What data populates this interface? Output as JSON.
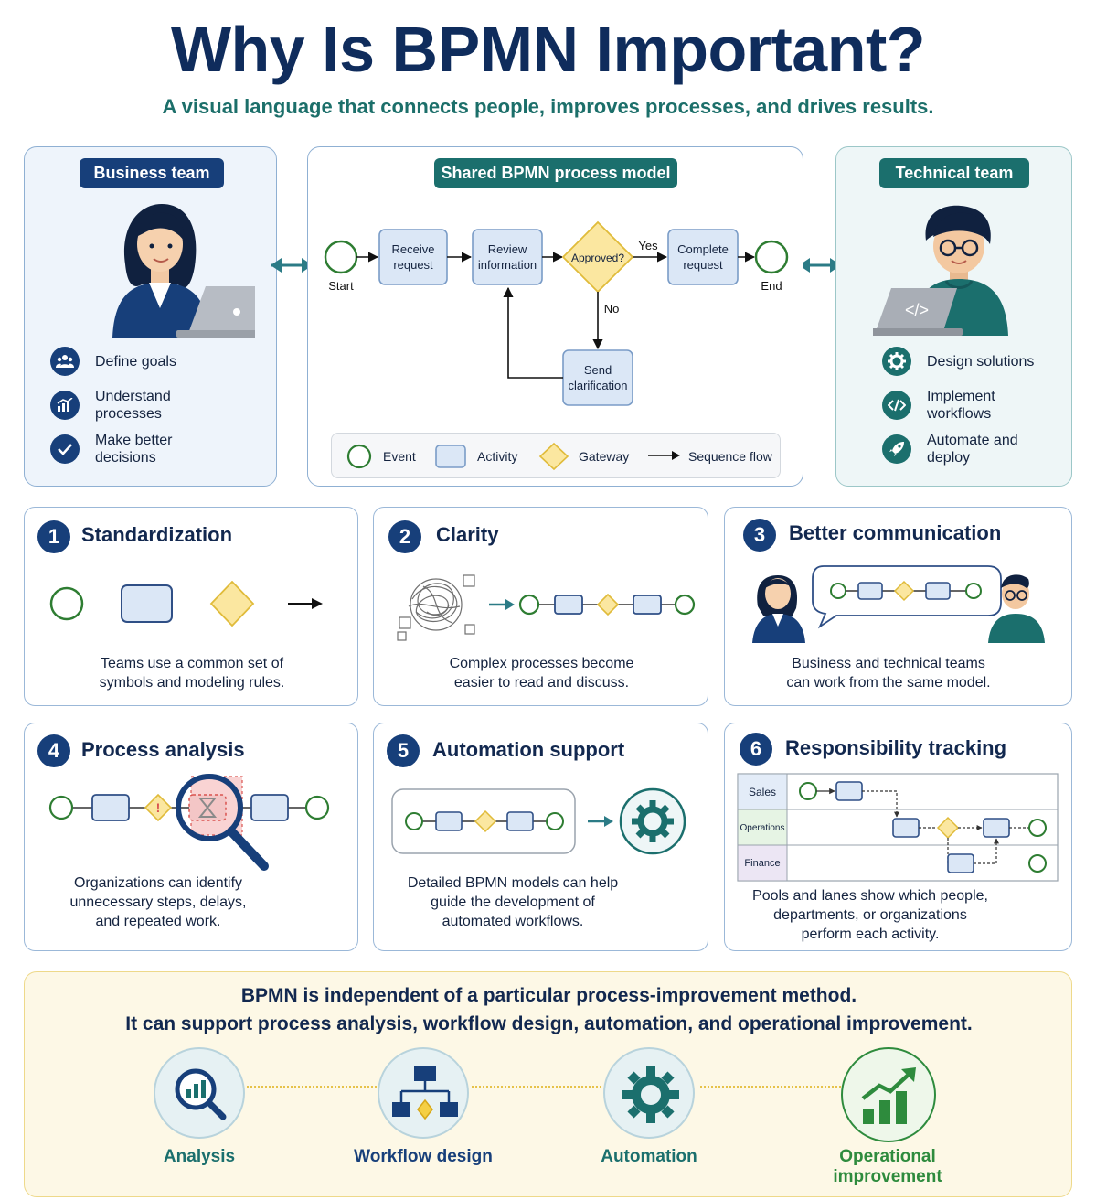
{
  "header": {
    "title": "Why Is BPMN Important?",
    "subtitle": "A visual language that connects people, improves processes, and drives results."
  },
  "business": {
    "label": "Business team",
    "items": [
      {
        "label": "Define goals",
        "icon": "users-icon"
      },
      {
        "label": "Understand processes",
        "icon": "bar-chart-icon"
      },
      {
        "label": "Make better decisions",
        "icon": "check-icon"
      }
    ]
  },
  "shared": {
    "label": "Shared BPMN process model",
    "flow": {
      "start": "Start",
      "end": "End",
      "receive": [
        "Receive",
        "request"
      ],
      "review": [
        "Review",
        "information"
      ],
      "gateway": "Approved?",
      "complete": [
        "Complete",
        "request"
      ],
      "clarify": [
        "Send",
        "clarification"
      ],
      "yes": "Yes",
      "no": "No"
    },
    "legend": {
      "event": "Event",
      "activity": "Activity",
      "gateway": "Gateway",
      "sequence": "Sequence flow"
    }
  },
  "technical": {
    "label": "Technical team",
    "items": [
      {
        "label": "Design solutions",
        "icon": "gear-icon"
      },
      {
        "label": "Implement workflows",
        "icon": "code-icon"
      },
      {
        "label": "Automate and deploy",
        "icon": "rocket-icon"
      }
    ]
  },
  "cards": [
    {
      "num": "1",
      "title": "Standardization",
      "desc": [
        "Teams use a common set of",
        "symbols and modeling rules."
      ]
    },
    {
      "num": "2",
      "title": "Clarity",
      "desc": [
        "Complex processes become",
        "easier to read and discuss."
      ]
    },
    {
      "num": "3",
      "title": "Better communication",
      "desc": [
        "Business and technical teams",
        "can work from the same model."
      ]
    },
    {
      "num": "4",
      "title": "Process analysis",
      "desc": [
        "Organizations can identify",
        "unnecessary steps, delays,",
        "and repeated work."
      ]
    },
    {
      "num": "5",
      "title": "Automation support",
      "desc": [
        "Detailed BPMN models can help",
        "guide the development of",
        "automated workflows."
      ]
    },
    {
      "num": "6",
      "title": "Responsibility tracking",
      "desc": [
        "Pools and lanes show which people,",
        "departments, or organizations",
        "perform each activity."
      ]
    }
  ],
  "lanes": [
    "Sales",
    "Operations",
    "Finance"
  ],
  "bottom": {
    "line1": "BPMN is independent of a particular process-improvement method.",
    "line2": "It can support process analysis, workflow design, automation, and operational improvement.",
    "items": [
      {
        "label": "Analysis",
        "icon": "analysis-icon"
      },
      {
        "label": "Workflow design",
        "icon": "workflow-icon"
      },
      {
        "label": "Automation",
        "icon": "gear-icon"
      },
      {
        "label": "Operational improvement",
        "icon": "growth-chart-icon"
      }
    ]
  },
  "colors": {
    "navy": "#173f7a",
    "teal": "#1b6f6d",
    "event_green": "#2e7d32",
    "activity_fill": "#dbe7f6",
    "gateway_fill": "#fbe7a0",
    "growth_green": "#2e8b3d"
  }
}
